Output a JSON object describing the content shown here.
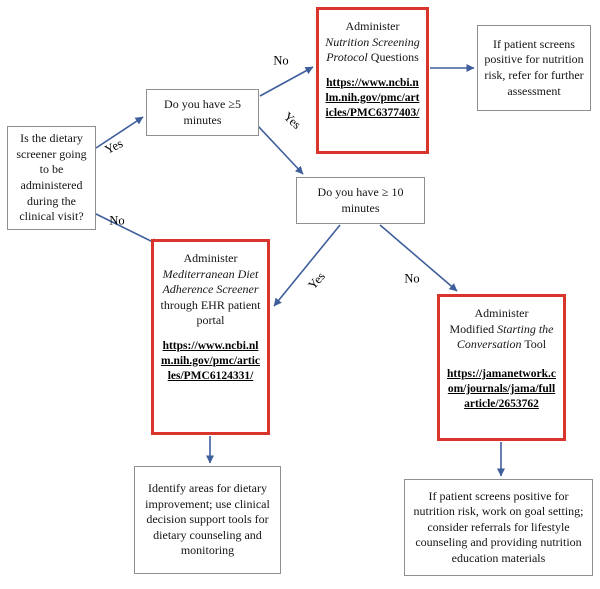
{
  "title": "Dietary screening decision flowchart",
  "colors": {
    "arrow": "#3f5e9c",
    "red_border": "#da352c",
    "gray_border": "#8f8f8f"
  },
  "nodes": {
    "start": {
      "text": "Is the dietary screener going to be administered during the clinical visit?"
    },
    "q5": {
      "text": "Do you have ≥5 minutes"
    },
    "q10": {
      "text": "Do you have ≥ 10 minutes"
    },
    "nsp": {
      "line1": "Administer",
      "italic": "Nutrition Screening Protocol",
      "post": "Questions",
      "link": "https://www.ncbi.nlm.nih.gov/pmc/articles/PMC6377403/"
    },
    "refer": {
      "text": "If patient screens positive for nutrition risk, refer for further assessment"
    },
    "med": {
      "line1": "Administer",
      "italic": "Mediterranean Diet Adherence Screener",
      "post": "through EHR patient portal",
      "link": "https://www.ncbi.nlm.nih.gov/pmc/articles/PMC6124331/"
    },
    "stc": {
      "line1": "Administer",
      "pre2": "Modified",
      "italic": "Starting the Conversation",
      "post": "Tool",
      "link": "https://jamanetwork.com/journals/jama/fullarticle/2653762"
    },
    "identify": {
      "text": "Identify areas for dietary improvement; use clinical decision support tools for dietary counseling and monitoring"
    },
    "goal": {
      "text": "If patient screens positive for nutrition risk, work on goal setting; consider referrals for lifestyle counseling and providing nutrition education materials"
    }
  },
  "labels": {
    "yes1": "Yes",
    "no1": "No",
    "no2": "No",
    "yes2": "Yes",
    "yes3": "Yes",
    "no3": "No"
  }
}
